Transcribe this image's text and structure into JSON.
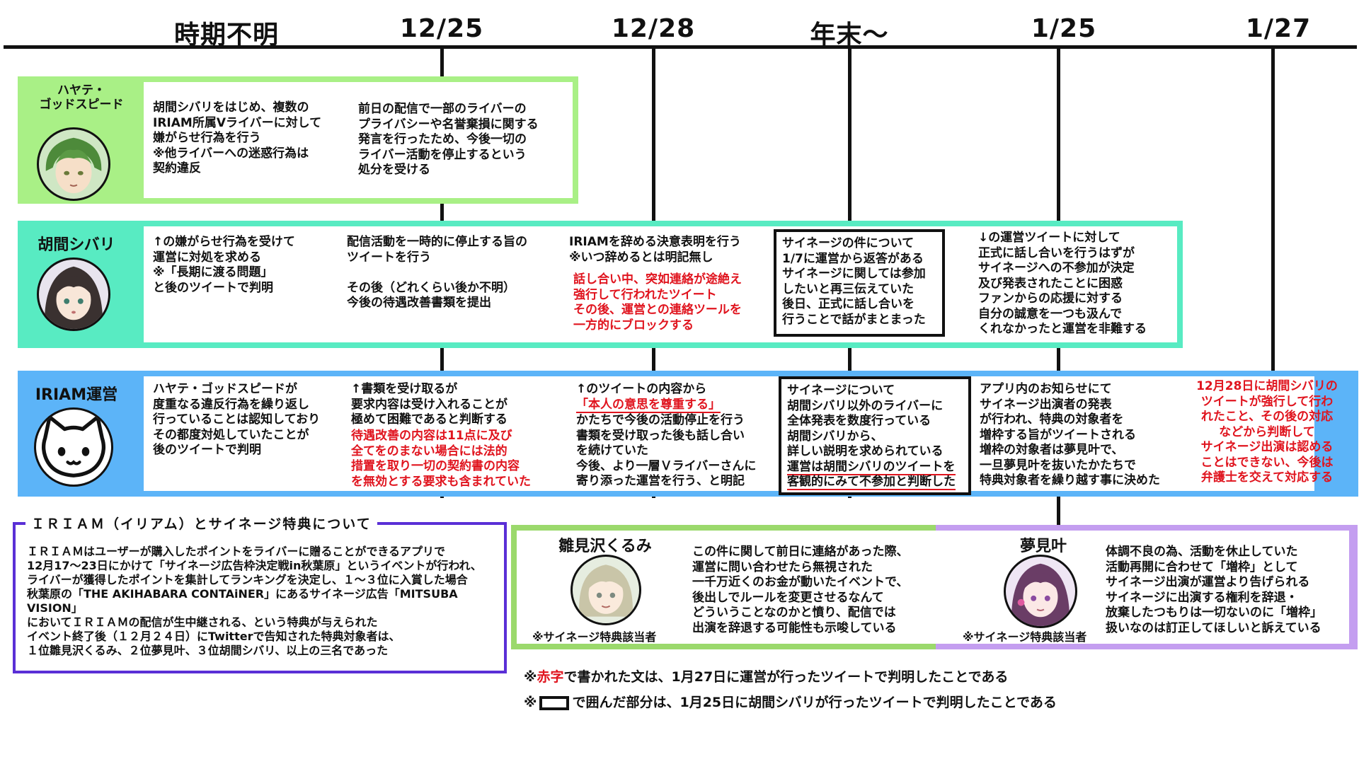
{
  "timeline": {
    "dates": [
      "時期不明",
      "12/25",
      "12/28",
      "年末〜",
      "1/25",
      "1/27"
    ]
  },
  "hayate": {
    "name": "ハヤテ・\nゴッドスピード",
    "c1": "胡間シバリをはじめ、複数の\nIRIAM所属Vライバーに対して\n嫌がらせ行為を行う\n※他ライバーへの迷惑行為は\n契約違反",
    "c2": "前日の配信で一部のライバーの\nプライバシーや名誉棄損に関する\n発言を行ったため、今後一切の\nライバー活動を停止するという\n処分を受ける"
  },
  "shibari": {
    "name": "胡間シバリ",
    "c1": "↑の嫌がらせ行為を受けて\n運営に対処を求める\n※「長期に渡る問題」\nと後のツイートで判明",
    "c2": "配信活動を一時的に停止する旨の\nツイートを行う\n\nその後（どれくらい後か不明）\n今後の待遇改善書類を提出",
    "c3": "IRIAMを辞める決意表明を行う\n※いつ辞めるとは明記無し",
    "c3_red": "話し合い中、突如連絡が途絶え\n強行して行われたツイート\nその後、運営との連絡ツールを\n一方的にブロックする",
    "c4": "サイネージの件について\n1/7に運営から返答がある\nサイネージに関しては参加\nしたいと再三伝えていた\n後日、正式に話し合いを\n行うことで話がまとまった",
    "c5": "↓の運営ツイートに対して\n正式に話し合いを行うはずが\nサイネージへの不参加が決定\n及び発表されたことに困惑\nファンからの応援に対する\n自分の誠意を一つも汲んで\nくれなかったと運営を非難する"
  },
  "iriam": {
    "name": "IRIAM運営",
    "c1": "ハヤテ・ゴッドスピードが\n度重なる違反行為を繰り返し\n行っていることは認知しており\nその都度対処していたことが\n後のツイートで判明",
    "c2": "↑書類を受け取るが\n要求内容は受け入れることが\n極めて困難であると判断する",
    "c2_red": "待遇改善の内容は11点に及び\n全てをのまない場合には法的\n措置を取り一切の契約書の内容\nを無効とする要求も含まれていた",
    "c3a": "↑のツイートの内容から",
    "c3b": "「本人の意思を尊重する」",
    "c3c": "かたちで今後の活動停止を行う\n書類を受け取った後も話し合い\nを続けていた\n今後、より一層Ｖライバーさんに\n寄り添った運営を行う、と明記",
    "c4a": "サイネージについて\n胡間シバリ以外のライバーに\n全体発表を数度行っている\n胡間シバリから、\n詳しい説明を求められている",
    "c4b": "運営は胡間シバリのツイートを\n客観的にみて不参加と判断した",
    "c5": "アプリ内のお知らせにて\nサイネージ出演者の発表\nが行われ、特典の対象者を\n増枠する旨がツイートされる\n増枠の対象者は夢見叶で、\n一旦夢見叶を抜いたかたちで\n特典対象者を繰り越す事に決めた",
    "c6_red": "12月28日に胡間シバリの\nツイートが強行して行わ\nれたこと、その後の対応\nなどから判断して\nサイネージ出演は認める\nことはできない、今後は\n弁護士を交えて対応する"
  },
  "info": {
    "title": "ＩＲＩＡＭ（イリアム）とサイネージ特典について",
    "p1": "ＩＲＩＡＭはユーザーが購入したポイントをライバーに贈ることができるアプリで\n12月17～23日にかけて「サイネージ広告枠決定戦in秋葉原」というイベントが行われ、\nライバーが獲得したポイントを集計してランキングを決定し、１～３位に入賞した場合\n秋葉原の「THE AKIHABARA CONTAiNER」にあるサイネージ広告「MITSUBA VISION」\nにおいてＩＲＩＡＭの配信が生中継される、という特典が与えられた",
    "p2": "イベント終了後（１２月２４日）にTwitterで告知された特典対象者は、\n１位雛見沢くるみ、２位夢見叶、３位胡間シバリ、以上の三名であった"
  },
  "kurumi": {
    "name": "雛見沢くるみ",
    "caption": "※サイネージ特典該当者",
    "text": "この件に関して前日に連絡があった際、\n運営に問い合わせたら無視された\n一千万近くのお金が動いたイベントで、\n後出しでルールを変更させるなんて\nどういうことなのかと憤り、配信では\n出演を辞退する可能性も示唆している"
  },
  "kanae": {
    "name": "夢見叶",
    "caption": "※サイネージ特典該当者",
    "text": "体調不良の為、活動を休止していた\n活動再開に合わせて「増枠」として\nサイネージ出演が運営より告げられる\nサイネージに出演する権利を辞退・\n放棄したつもりは一切ないのに「増枠」\n扱いなのは訂正してほしいと訴えている"
  },
  "notes": {
    "n1_prefix": "※",
    "n1_red": "赤字",
    "n1_rest": "で書かれた文は、1月27日に運営が行ったツイートで判明したことである",
    "n2_prefix": "※",
    "n2_rest": "で囲んだ部分は、1月25日に胡間シバリが行ったツイートで判明したことである"
  },
  "colors": {
    "green": "#a9f086",
    "teal": "#58ebc2",
    "blue": "#5cb4f8",
    "purple_border": "#5a2fd6",
    "kurumi_green": "#9bd96c",
    "kanae_purple": "#c49ef0",
    "red_text": "#e0141e"
  },
  "icons": {
    "hayate_avatar": "green-haired-boy-avatar-icon",
    "shibari_avatar": "dark-haired-girl-avatar-icon",
    "iriam_avatar": "cat-face-logo-icon",
    "kurumi_avatar": "light-haired-girl-avatar-icon",
    "kanae_avatar": "purple-haired-girl-avatar-icon"
  }
}
